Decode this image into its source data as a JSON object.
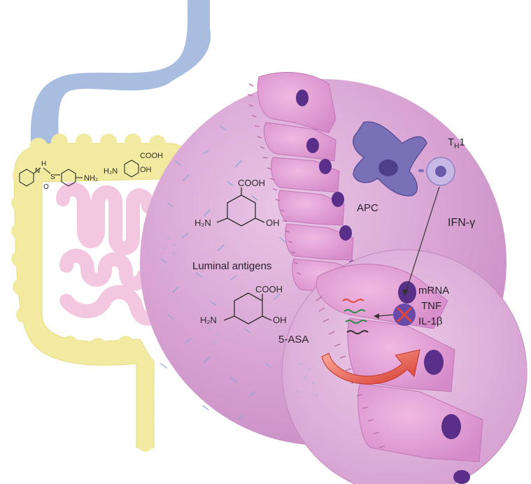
{
  "labels": {
    "th1_main": "T",
    "th1_sub": "H",
    "th1_num": "1",
    "apc": "APC",
    "ifn": "IFN-γ",
    "luminal": "Luminal antigens",
    "mrna": "mRNA",
    "tnf": "TNF",
    "il1b": "IL-1β",
    "asa": "5-ASA"
  },
  "chem": {
    "s1_cooh": "COOH",
    "s1_h2n": "H₂N",
    "s1_oh": "OH",
    "s2_cooh": "COOH",
    "s2_h2n": "H₂N",
    "s2_oh": "OH",
    "top_n": "N",
    "top_h": "H",
    "top_s": "S",
    "top_o": "O",
    "top_nh2": "NH₂",
    "top_h2n": "H₂N",
    "top_cooh": "COOH",
    "top_oh": "OH"
  },
  "colors": {
    "stomach": "#a9bde0",
    "colon": "#f1eaa0",
    "small_intestine": "#f3c7e0",
    "circle_big": "#d9a4d4",
    "circle_small": "#e2b4dd",
    "cell": "#e6a1d6",
    "nucleus": "#5a2f8a",
    "apc": "#7a70b8",
    "arrow": "#e0463a"
  }
}
